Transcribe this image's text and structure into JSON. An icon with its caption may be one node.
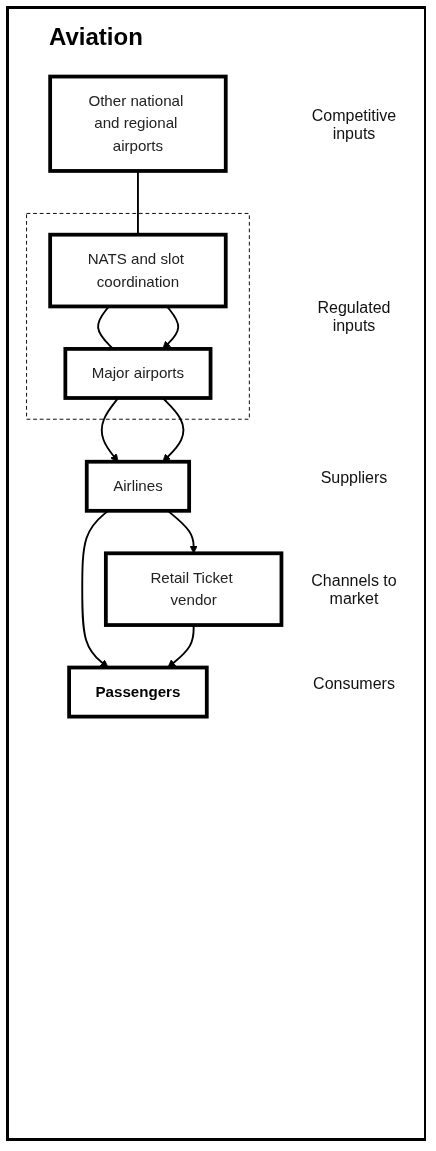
{
  "diagram": {
    "title": "Aviation",
    "nodes": [
      {
        "text": [
          "Other national and regional airports"
        ]
      },
      {
        "text": [],
        "shape": "box"
      },
      {
        "text": [
          "NATS and slot coordination"
        ],
        "in": 1
      },
      {
        "text": [
          "Major airports"
        ],
        "in": 1
      },
      {
        "text": [
          "Airlines"
        ]
      },
      {
        "text": [
          "Retail Ticket vendor"
        ]
      },
      {
        "text": [
          "Passengers"
        ]
      }
    ],
    "edges": [
      {
        "from": 0,
        "to": 2,
        "arrow": "none"
      },
      {
        "from": 2,
        "to": 3,
        "arrow": "none"
      },
      {
        "from": 2,
        "to": 3,
        "arrow": "to"
      },
      {
        "from": 3,
        "to": 4,
        "arrow": "to"
      },
      {
        "from": 3,
        "to": 4,
        "arrow": "to"
      },
      {
        "from": 4,
        "to": 5,
        "arrow": "to"
      },
      {
        "from": 4,
        "to": 6,
        "arrow": "to"
      },
      {
        "from": 5,
        "to": 6,
        "arrow": "to"
      }
    ],
    "labels": [
      "Competitive inputs",
      "Regulated inputs",
      "Suppliers",
      "Channels to market",
      "Consumers"
    ]
  }
}
